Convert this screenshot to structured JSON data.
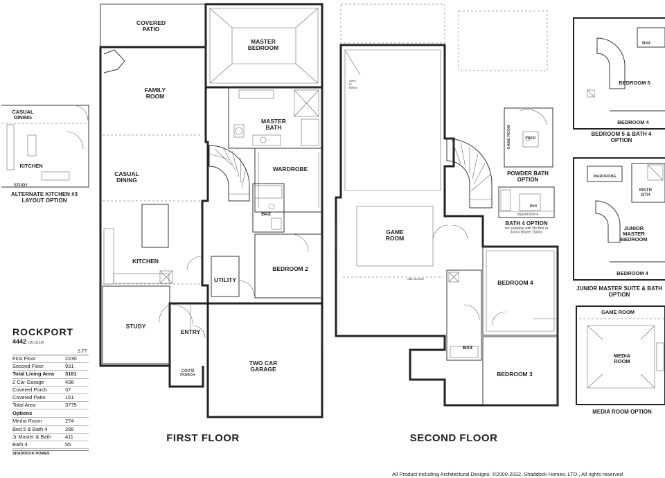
{
  "plan": {
    "name": "ROCKPORT",
    "number": "4442",
    "date": "(10.16.19)",
    "unit": "S.FT"
  },
  "floors": {
    "first": "FIRST FLOOR",
    "second": "SECOND FLOOR"
  },
  "rooms_first": {
    "covered_patio": [
      "COVERED",
      "PATIO"
    ],
    "master_bedroom": [
      "MASTER",
      "BEDROOM"
    ],
    "family_room": [
      "FAMILY",
      "ROOM"
    ],
    "master_bath": [
      "MASTER",
      "BATH"
    ],
    "wardrobe": "WARDROBE",
    "casual_dining": [
      "CASUAL",
      "DINING"
    ],
    "b2": "B#2",
    "kitchen": "KITCHEN",
    "bedroom2": "BEDROOM 2",
    "utility": "UTILITY",
    "study": "STUDY",
    "entry": "ENTRY",
    "covd_porch": [
      "COV'D",
      "PORCH"
    ],
    "garage": [
      "TWO CAR",
      "GARAGE"
    ]
  },
  "rooms_second": {
    "open_below": [
      "open",
      "to",
      "below"
    ],
    "game_room": [
      "GAME",
      "ROOM"
    ],
    "attic_access": "attic access",
    "bedroom4": "BEDROOM 4",
    "b3": "B#3",
    "bedroom3": "BEDROOM 3"
  },
  "options": {
    "alt_kitchen": {
      "title": [
        "ALTERNATE KITCHEN #3",
        "LAYOUT OPTION"
      ],
      "casual_dining": [
        "CASUAL",
        "DINING"
      ],
      "kitchen": "KITCHEN",
      "study": "STUDY"
    },
    "bed5_bath4": {
      "title": [
        "BEDROOM 5 & BATH 4",
        "OPTION"
      ],
      "bedroom5": "BEDROOM 5",
      "bedroom4": "BEDROOM 4",
      "b4": "B#4"
    },
    "powder_bath": {
      "title": [
        "POWDER BATH",
        "OPTION"
      ],
      "game_room": "GAME ROOM",
      "pwdr": "PWDR"
    },
    "bath4": {
      "title": [
        "BATH 4 OPTION"
      ],
      "note": [
        "not available with 5th Bed or",
        "Junior Master Option"
      ],
      "bedroom4": "BEDROOM 4",
      "b4": "B#4"
    },
    "jr_master": {
      "title": [
        "JUNIOR MASTER SUITE & BATH",
        "OPTION"
      ],
      "wardrobe": "WARDROBE",
      "mstr_bth": [
        "MSTR",
        "BTH"
      ],
      "junior_master_bedroom": [
        "JUNIOR",
        "MASTER",
        "BEDROOM"
      ],
      "bedroom4": "BEDROOM 4"
    },
    "media_room": {
      "title": [
        "MEDIA ROOM OPTION"
      ],
      "game_room": "GAME ROOM",
      "media_room": [
        "MEDIA",
        "ROOM"
      ]
    }
  },
  "areas": [
    {
      "label": "First Floor",
      "value": "2230",
      "bold": false
    },
    {
      "label": "Second Floor",
      "value": "931",
      "bold": false
    },
    {
      "label": "Total Living Area",
      "value": "3161",
      "bold": true
    },
    {
      "label": "2 Car Garage",
      "value": "438",
      "bold": false
    },
    {
      "label": "Covered Porch",
      "value": "37",
      "bold": false
    },
    {
      "label": "Covered Patio",
      "value": "151",
      "bold": false
    },
    {
      "label": "Total Area",
      "value": "3775",
      "bold": false
    }
  ],
  "options_header": "Options",
  "option_areas": [
    {
      "label": "Media Room",
      "value": "274"
    },
    {
      "label": "Bed 5 & Bath 4",
      "value": "288"
    },
    {
      "label": "Jr Master & Bath",
      "value": "411"
    },
    {
      "label": "Bath 4",
      "value": "55"
    }
  ],
  "brand": "SHADDOCK HOMES",
  "copyright": "All Product including Architectural Designs. ©2000-2022. Shaddock Homes, LTD., All rights reserved"
}
